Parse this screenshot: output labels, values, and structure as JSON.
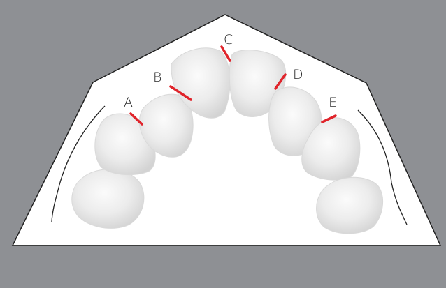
{
  "colors": {
    "background": "#8e9094",
    "arch_fill": "#ffffff",
    "arch_outline": "#222222",
    "tooth_fill": "#eeeeee",
    "contact_mark": "#e0242b",
    "label_text": "#2b2b2b"
  },
  "contacts": [
    {
      "id": "A",
      "label": "A"
    },
    {
      "id": "B",
      "label": "B"
    },
    {
      "id": "C",
      "label": "C"
    },
    {
      "id": "D",
      "label": "D"
    },
    {
      "id": "E",
      "label": "E"
    }
  ]
}
